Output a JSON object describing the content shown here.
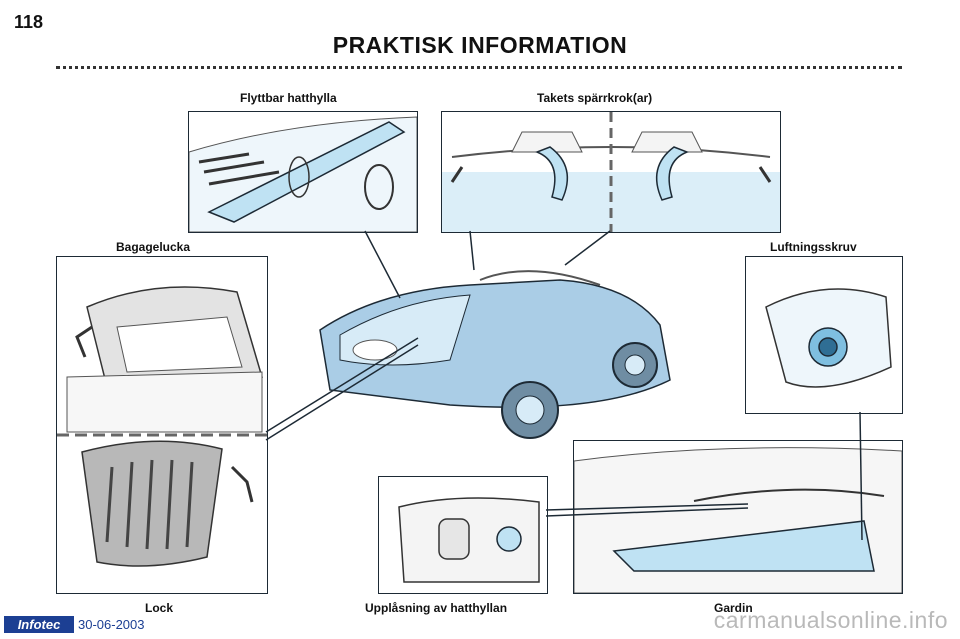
{
  "header": {
    "page_number": "118",
    "title": "PRAKTISK INFORMATION"
  },
  "labels": {
    "flyttbar_hatthylla": "Flyttbar hatthylla",
    "takets_sparrkrok": "Takets spärrkrok(ar)",
    "bagagelucka": "Bagagelucka",
    "luftningsskruv": "Luftningsskruv",
    "lock": "Lock",
    "upplasning": "Upplåsning av hatthyllan",
    "gardin": "Gardin"
  },
  "footer": {
    "logo": "Infotec",
    "date": "30-06-2003",
    "watermark": "carmanualsonline.info"
  },
  "colors": {
    "accent_blue": "#bfe2f3",
    "line_dark": "#1d2a35",
    "logo_blue": "#1c3f93"
  }
}
